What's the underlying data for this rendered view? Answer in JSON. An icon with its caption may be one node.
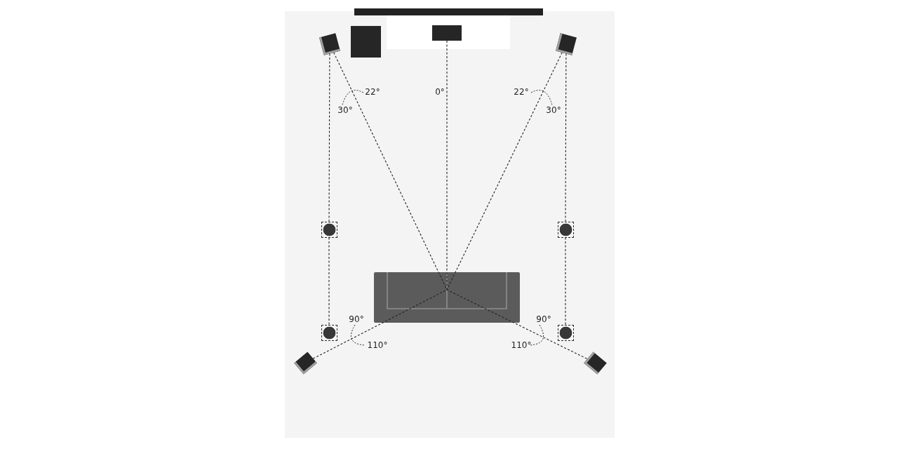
{
  "diagram": {
    "nodes": [
      {
        "text": [],
        "shape": "box"
      },
      {
        "text": [],
        "shape": "box"
      },
      {
        "text": [],
        "shape": "box"
      },
      {
        "text": [],
        "shape": "box"
      },
      {
        "text": [],
        "shape": "circle"
      },
      {
        "text": [],
        "shape": "circle"
      },
      {
        "text": [],
        "shape": "circle"
      },
      {
        "text": [],
        "shape": "circle"
      },
      {
        "text": [],
        "shape": "box"
      },
      {
        "text": [],
        "shape": "box"
      }
    ],
    "edges": [
      {
        "from": 0,
        "to": 4,
        "arrow": "none",
        "style": "dashed"
      },
      {
        "from": 4,
        "to": 6,
        "arrow": "none",
        "style": "dashed"
      },
      {
        "from": 0,
        "to": null,
        "arrow": "none",
        "style": "dashed"
      },
      {
        "from": 2,
        "to": null,
        "arrow": "none",
        "style": "dashed"
      },
      {
        "from": 3,
        "to": null,
        "arrow": "none",
        "style": "dashed"
      },
      {
        "from": 3,
        "to": 5,
        "arrow": "none",
        "style": "dashed"
      },
      {
        "from": 5,
        "to": 7,
        "arrow": "none",
        "style": "dashed"
      },
      {
        "from": 8,
        "to": null,
        "arrow": "none",
        "style": "dashed"
      },
      {
        "from": 9,
        "to": null,
        "arrow": "none",
        "style": "dashed"
      }
    ],
    "labels": [
      "22°",
      "0°",
      "22°",
      "30°",
      "30°",
      "90°",
      "90°",
      "110°",
      "110°"
    ]
  }
}
